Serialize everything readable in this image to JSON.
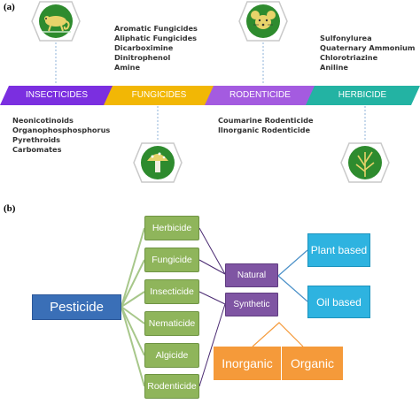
{
  "panel_a": {
    "label": "(a)",
    "categories": [
      {
        "label": "INSECTICIDES",
        "color": "#7b2fe0",
        "icon": "chameleon-icon",
        "examples": [
          "Neonicotinoids",
          "Organophosphosphorus",
          "Pyrethroids",
          "Carbomates"
        ]
      },
      {
        "label": "FUNGICIDES",
        "color": "#f2b705",
        "icon": "mushroom-icon",
        "examples": [
          "Aromatic Fungicides",
          "Aliphatic Fungicides",
          "Dicarboximine",
          "Dinitrophenol",
          "Amine"
        ]
      },
      {
        "label": "RODENTICIDE",
        "color": "#a45be0",
        "icon": "mouse-icon",
        "examples": [
          "Coumarine Rodenticide",
          "Ilnorganic Rodenticide"
        ]
      },
      {
        "label": "HERBICIDE",
        "color": "#23b3a3",
        "icon": "plant-icon",
        "examples": [
          "Sulfonylurea",
          "Quaternary Ammonium",
          "Chlorotriazine",
          "Aniline"
        ]
      }
    ]
  },
  "panel_b": {
    "label": "(b)",
    "root": "Pesticide",
    "types": [
      "Herbicide",
      "Fungicide",
      "Insecticide",
      "Nematicide",
      "Algicide",
      "Rodenticide"
    ],
    "sources": [
      "Natural",
      "Synthetic"
    ],
    "natural_types": [
      "Plant based",
      "Oil based"
    ],
    "synthetic_types": [
      "Inorganic",
      "Organic"
    ]
  }
}
